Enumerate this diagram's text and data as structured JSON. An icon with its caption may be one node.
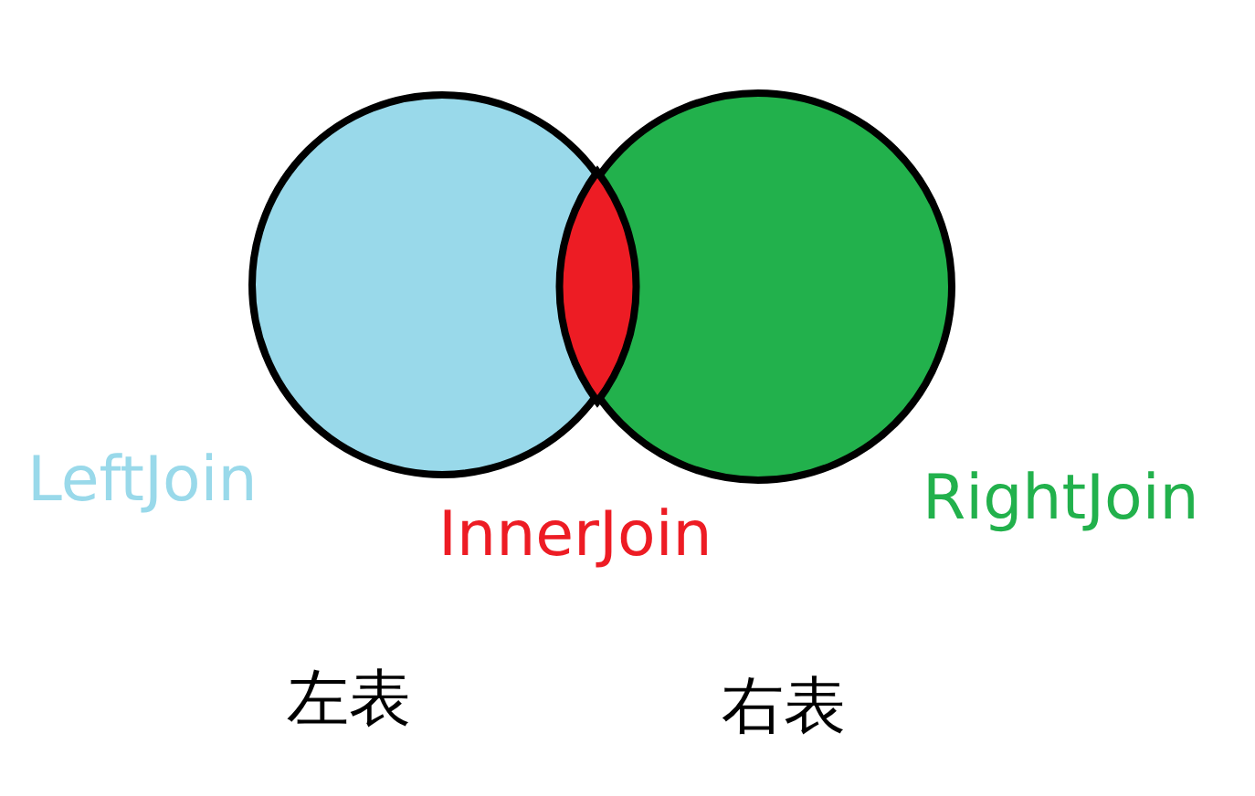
{
  "diagram": {
    "nodes": [
      {
        "text": [],
        "shape": "circle"
      },
      {
        "text": [],
        "shape": "circle"
      },
      {
        "text": [],
        "shape": "lens"
      }
    ],
    "labels": [
      "LeftJoin",
      "InnerJoin",
      "RightJoin",
      "左表",
      "右表"
    ]
  }
}
